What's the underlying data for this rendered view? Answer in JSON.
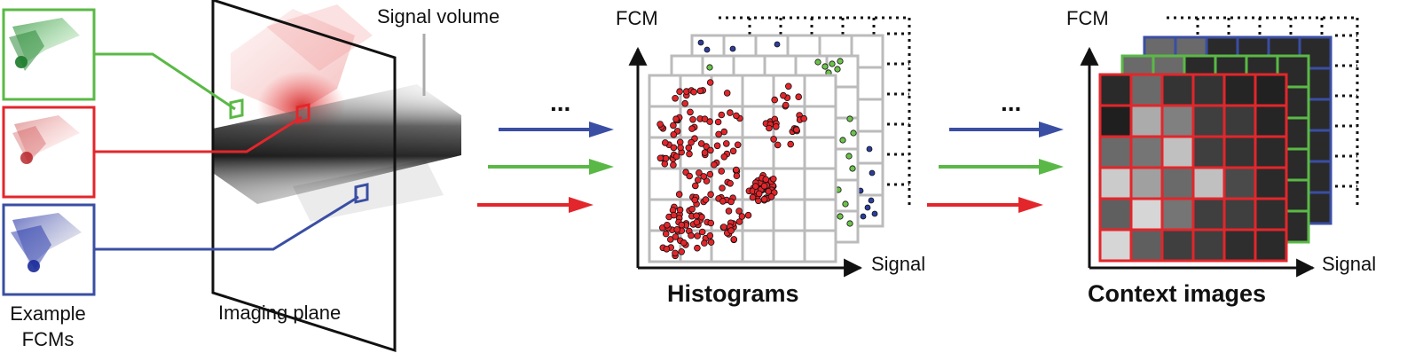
{
  "labels": {
    "signal_volume": "Signal volume",
    "imaging_plane": "Imaging plane",
    "example_fcms_line1": "Example",
    "example_fcms_line2": "FCMs",
    "ellipsis_1": "...",
    "ellipsis_2": "...",
    "fcm_axis_1": "FCM",
    "signal_axis_1": "Signal",
    "histograms_title": "Histograms",
    "fcm_axis_2": "FCM",
    "signal_axis_2": "Signal",
    "context_title": "Context images"
  },
  "colors": {
    "green": "#5ab946",
    "red": "#e3262b",
    "blue": "#3a4ea3",
    "grid_gray": "#bbbbbb",
    "ink": "#111111"
  },
  "icons": {
    "fcm_thumbnails": [
      "green-fcm-thumbnail",
      "red-fcm-thumbnail",
      "blue-fcm-thumbnail"
    ],
    "arrows": [
      "blue-arrow-icon",
      "green-arrow-icon",
      "red-arrow-icon"
    ]
  },
  "context_images": {
    "red_grid_gray_levels": [
      [
        0.1,
        0.4,
        0.15,
        0.15,
        0.08,
        0.06
      ],
      [
        0.05,
        0.7,
        0.5,
        0.2,
        0.18,
        0.08
      ],
      [
        0.4,
        0.45,
        0.8,
        0.2,
        0.15,
        0.1
      ],
      [
        0.85,
        0.65,
        0.4,
        0.8,
        0.25,
        0.1
      ],
      [
        0.35,
        0.9,
        0.45,
        0.2,
        0.2,
        0.12
      ],
      [
        0.9,
        0.35,
        0.2,
        0.2,
        0.12,
        0.1
      ]
    ]
  }
}
